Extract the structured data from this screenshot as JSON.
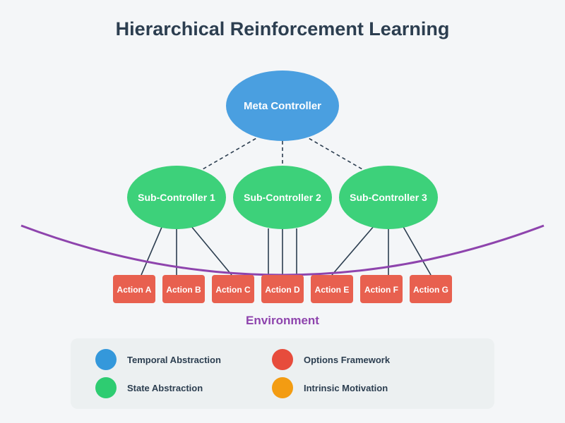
{
  "title": "Hierarchical Reinforcement Learning",
  "meta_controller": {
    "label": "Meta Controller",
    "color": "#4a9fe0"
  },
  "sub_controllers": [
    {
      "label": "Sub-Controller 1",
      "color": "#3dd17a"
    },
    {
      "label": "Sub-Controller 2",
      "color": "#3dd17a"
    },
    {
      "label": "Sub-Controller 3",
      "color": "#3dd17a"
    }
  ],
  "actions": [
    {
      "label": "Action A"
    },
    {
      "label": "Action B"
    },
    {
      "label": "Action C"
    },
    {
      "label": "Action D"
    },
    {
      "label": "Action E"
    },
    {
      "label": "Action F"
    },
    {
      "label": "Action G"
    }
  ],
  "action_color": "#e8604f",
  "environment": {
    "label": "Environment",
    "color": "#8e44ad"
  },
  "legend": [
    {
      "label": "Temporal Abstraction",
      "color": "#3498db"
    },
    {
      "label": "Options Framework",
      "color": "#e74c3c"
    },
    {
      "label": "State Abstraction",
      "color": "#2ecc71"
    },
    {
      "label": "Intrinsic Motivation",
      "color": "#f39c12"
    }
  ]
}
